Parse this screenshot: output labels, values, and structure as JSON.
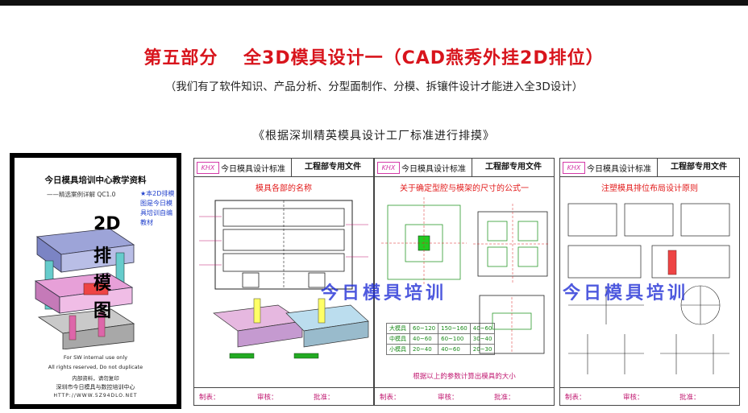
{
  "header": {
    "title": "第五部分　 全3D模具设计一（CAD燕秀外挂2D排位）",
    "subtitle": "（我们有了软件知识、产品分析、分型面制作、分模、拆镶件设计才能进入全3D设计）",
    "caption": "《根据深圳精英模具设计工厂标准进行排摸》"
  },
  "cover": {
    "title": "今日模具培训中心教学资料",
    "subtitle": "——精选案例详解 QC1.0",
    "note": "★本2D排模图是今日模具培训自编教材",
    "big_chars": [
      "2D",
      "排",
      "模",
      "图"
    ],
    "foot1": "For SW internal use only",
    "foot2": "All rights reserved, Do not duplicate",
    "foot3": "内部资料，请勿复印",
    "foot4": "深圳市今日模具与数控培训中心",
    "url": "HTTP://WWW.5Z94DLO.NET"
  },
  "pages": [
    {
      "logo": "KHX",
      "std": "今日模具设计标准",
      "dept": "工程部专用文件",
      "title": "模具各部的名称",
      "note": "",
      "foot_make": "制表：",
      "foot_review": "审核：",
      "foot_approve": "批准："
    },
    {
      "logo": "KHX",
      "std": "今日模具设计标准",
      "dept": "工程部专用文件",
      "title": "关于确定型腔与模架的尺寸的公式一",
      "note": "根据以上的参数计算出模具的大小",
      "foot_make": "制表：",
      "foot_review": "审核：",
      "foot_approve": "批准：",
      "table": [
        [
          "大模具",
          "60~120",
          "150~160",
          "40~60"
        ],
        [
          "中模具",
          "40~60",
          "60~100",
          "30~40"
        ],
        [
          "小模具",
          "20~40",
          "40~60",
          "20~30"
        ]
      ]
    },
    {
      "logo": "KHX",
      "std": "今日模具设计标准",
      "dept": "工程部专用文件",
      "title": "注塑模具排位布局设计原则",
      "note": "",
      "foot_make": "制表：",
      "foot_review": "审核：",
      "foot_approve": "批准："
    }
  ],
  "watermark": "今日模具培训",
  "colors": {
    "title_red": "#d8141c",
    "watermark_blue": "#1d2bd6",
    "drawing_pink": "#c01870"
  }
}
